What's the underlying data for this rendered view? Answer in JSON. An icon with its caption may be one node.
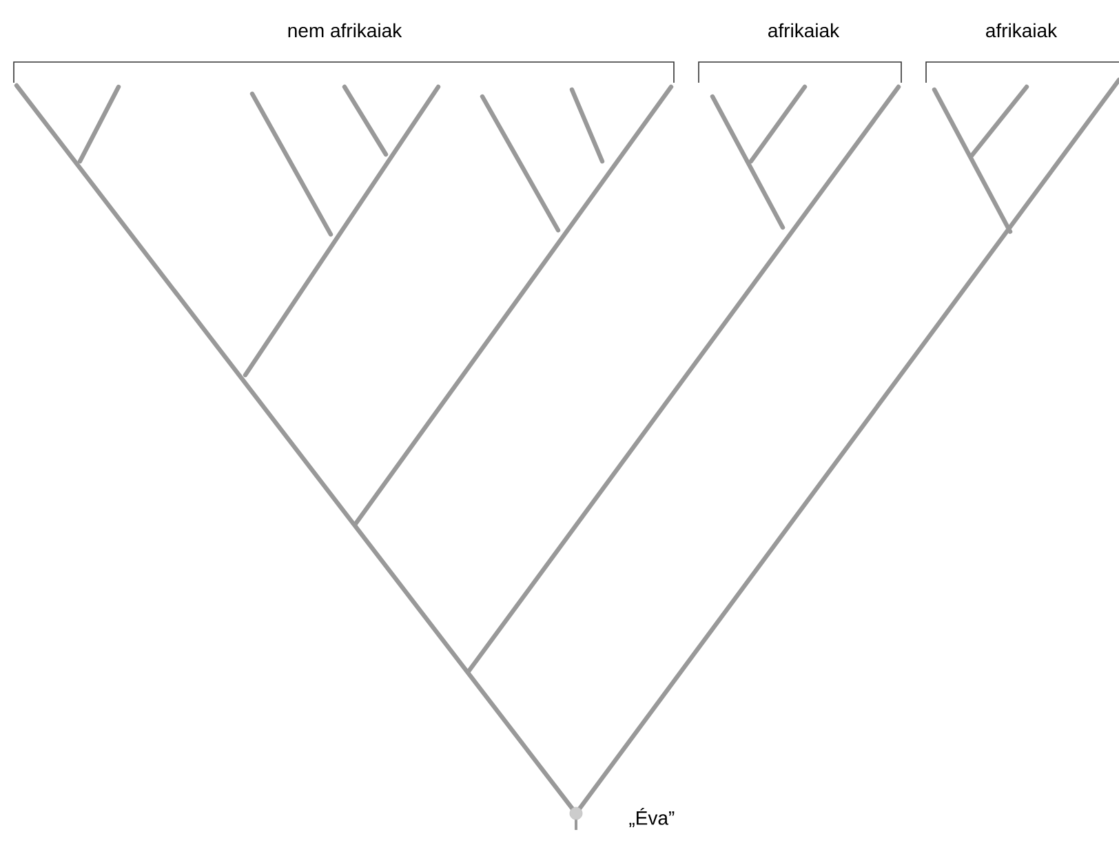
{
  "diagram": {
    "nodes": [
      {
        "text": [],
        "shape": "circle",
        "beside": [
          "„Éva”"
        ]
      }
    ],
    "labels": [
      "nem afrikaiak",
      "afrikaiak",
      "afrikaiak"
    ]
  }
}
